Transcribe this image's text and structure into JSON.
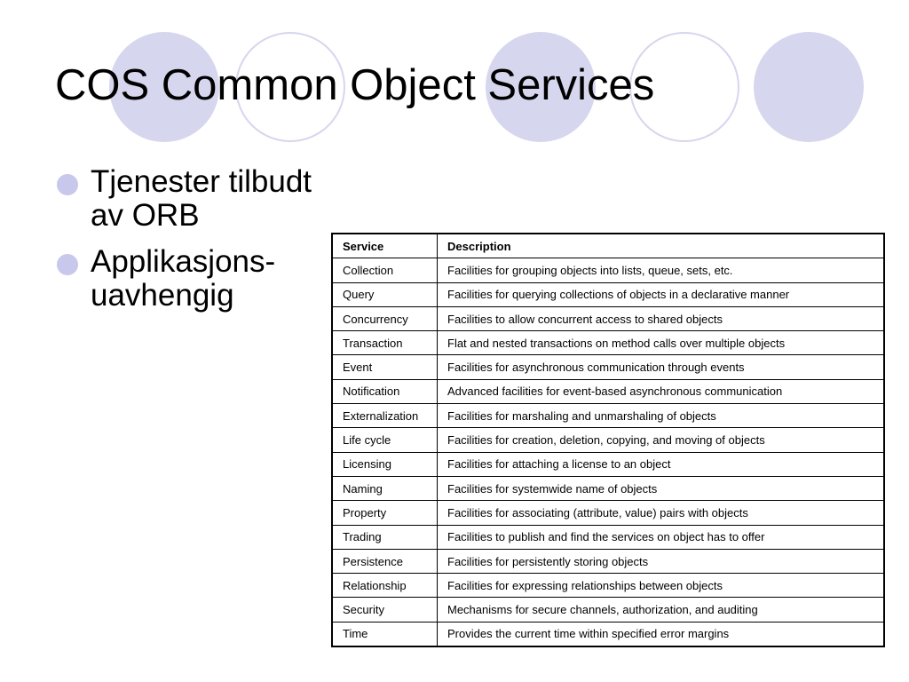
{
  "slide": {
    "title": "COS Common Object Services",
    "bullets": [
      "Tjenester tilbudt av ORB",
      "Applikasjons-uavhengig"
    ]
  },
  "table": {
    "headers": [
      "Service",
      "Description"
    ],
    "rows": [
      [
        "Collection",
        "Facilities for grouping objects into lists, queue, sets, etc."
      ],
      [
        "Query",
        "Facilities for querying collections of objects in a declarative manner"
      ],
      [
        "Concurrency",
        "Facilities to allow concurrent access to shared objects"
      ],
      [
        "Transaction",
        "Flat and nested transactions on method calls over multiple objects"
      ],
      [
        "Event",
        "Facilities for asynchronous communication through events"
      ],
      [
        "Notification",
        "Advanced facilities for event-based asynchronous communication"
      ],
      [
        "Externalization",
        "Facilities for marshaling and unmarshaling of objects"
      ],
      [
        "Life cycle",
        "Facilities for creation, deletion, copying, and moving of objects"
      ],
      [
        "Licensing",
        "Facilities for attaching a license to an object"
      ],
      [
        "Naming",
        "Facilities for systemwide name of objects"
      ],
      [
        "Property",
        "Facilities for associating (attribute, value) pairs with objects"
      ],
      [
        "Trading",
        "Facilities to publish and find the services on object has to offer"
      ],
      [
        "Persistence",
        "Facilities for persistently storing objects"
      ],
      [
        "Relationship",
        "Facilities for expressing relationships between objects"
      ],
      [
        "Security",
        "Mechanisms for secure channels, authorization, and auditing"
      ],
      [
        "Time",
        "Provides the current time within specified error margins"
      ]
    ]
  },
  "theme": {
    "circle_color": "#d6d6ee",
    "bullet_color": "#c8c8ec",
    "text_color": "#000000"
  }
}
